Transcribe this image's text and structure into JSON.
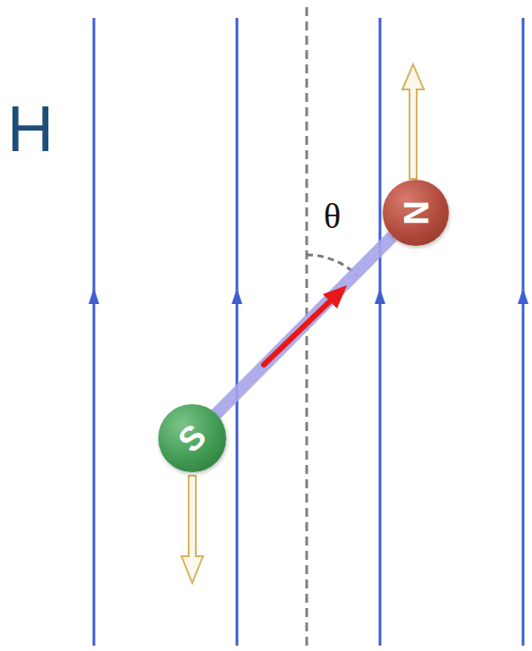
{
  "diagram": {
    "nodes": [
      {
        "text": [
          "N"
        ]
      },
      {
        "text": [
          "S"
        ]
      }
    ],
    "edges": [
      {
        "from": 1,
        "to": 0,
        "arrow": "none"
      }
    ],
    "labels": [
      "H",
      "θ"
    ]
  }
}
